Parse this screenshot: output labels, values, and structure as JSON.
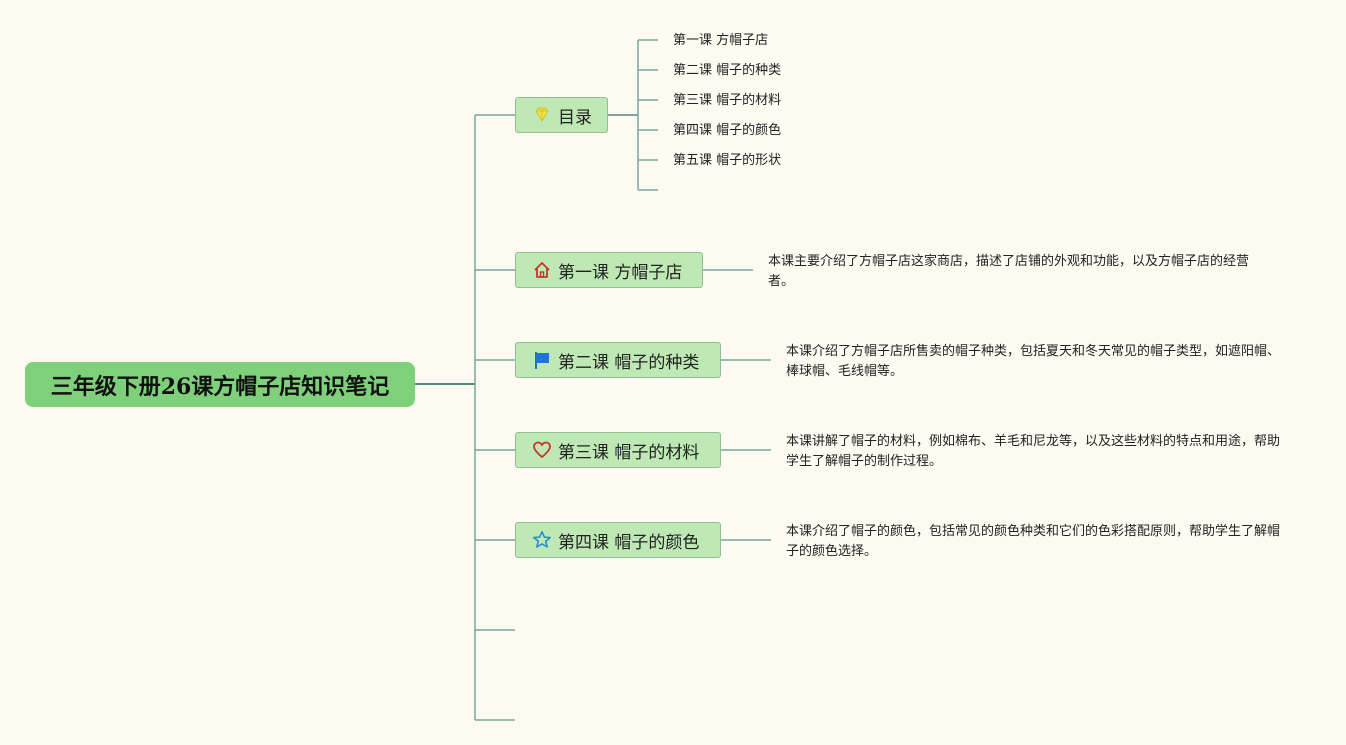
{
  "root": {
    "title": "三年级下册26课方帽子店知识笔记"
  },
  "toc": {
    "label": "目录",
    "items": [
      "第一课 方帽子店",
      "第二课 帽子的种类",
      "第三课 帽子的材料",
      "第四课 帽子的颜色",
      "第五课 帽子的形状"
    ]
  },
  "lessons": [
    {
      "label": "第一课 方帽子店",
      "icon": "house-icon",
      "note": "本课主要介绍了方帽子店这家商店，描述了店铺的外观和功能，以及方帽子店的经营者。"
    },
    {
      "label": "第二课 帽子的种类",
      "icon": "flag-icon",
      "note": "本课介绍了方帽子店所售卖的帽子种类，包括夏天和冬天常见的帽子类型，如遮阳帽、棒球帽、毛线帽等。"
    },
    {
      "label": "第三课 帽子的材料",
      "icon": "heart-icon",
      "note": "本课讲解了帽子的材料，例如棉布、羊毛和尼龙等，以及这些材料的特点和用途，帮助学生了解帽子的制作过程。"
    },
    {
      "label": "第四课 帽子的颜色",
      "icon": "star-icon",
      "note": "本课介绍了帽子的颜色，包括常见的颜色种类和它们的色彩搭配原则，帮助学生了解帽子的颜色选择。"
    }
  ],
  "colors": {
    "root_bg": "#7ed07a",
    "topic_bg": "#bfe9b4",
    "line": "#7aa89b",
    "background": "#fdfbf1"
  }
}
